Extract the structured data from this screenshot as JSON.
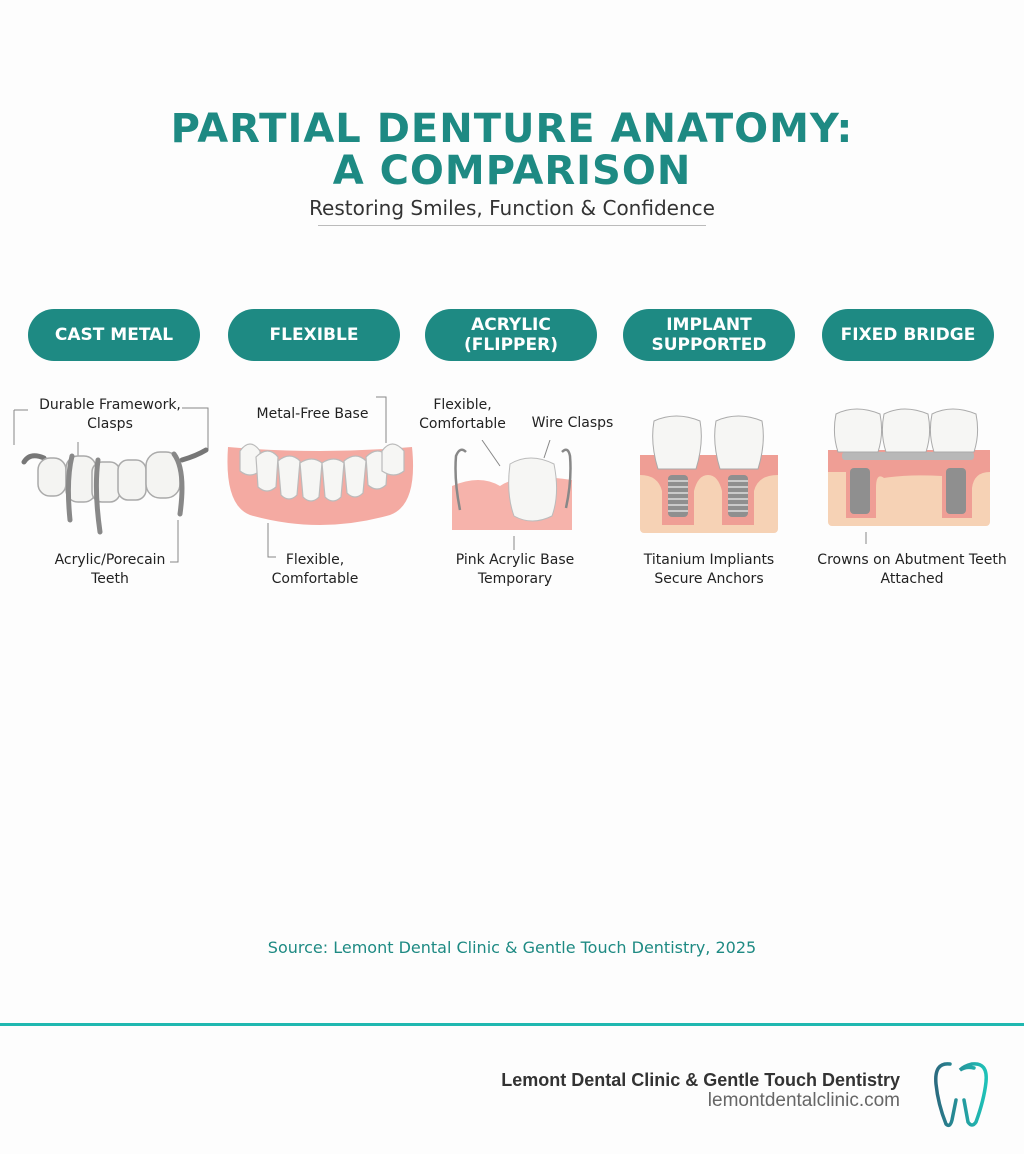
{
  "header": {
    "title_line1": "PARTIAL DENTURE ANATOMY:",
    "title_line2": "A COMPARISON",
    "subtitle": "Restoring Smiles, Function & Confidence"
  },
  "types": [
    {
      "name": "CAST METAL",
      "labels": [
        "Durable Framework,\nClasps",
        "Acrylic/Porecain\nTeeth"
      ]
    },
    {
      "name": "FLEXIBLE",
      "labels": [
        "Metal-Free Base",
        "Flexible,\nComfortable"
      ]
    },
    {
      "name": "ACRYLIC\n(FLIPPER)",
      "labels": [
        "Flexible,\nComfortable",
        "Wire Clasps",
        "Pink Acrylic Base\nTemporary"
      ]
    },
    {
      "name": "IMPLANT\nSUPPORTED",
      "labels": [
        "Titanium Impliants\nSecure Anchors"
      ]
    },
    {
      "name": "FIXED BRIDGE",
      "labels": [
        "Crowns on Abutment Teeth\nAttached"
      ]
    }
  ],
  "source": "Source: Lemont Dental Clinic & Gentle Touch Dentistry, 2025",
  "footer": {
    "clinic_name": "Lemont Dental Clinic & Gentle Touch Dentistry",
    "url": "lemontdentalclinic.com"
  },
  "colors": {
    "accent": "#1e8a83",
    "footer_line": "#1fb8b0",
    "gum": "#f3a9a0",
    "bone": "#f6d2b5"
  }
}
